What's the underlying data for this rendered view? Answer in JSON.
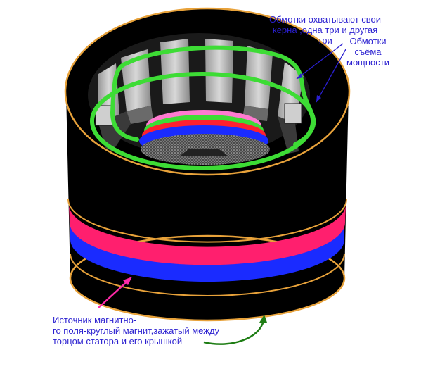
{
  "colors": {
    "body": "#000000",
    "rim": "#e8a23a",
    "winding": "#3ddc35",
    "magnet_pink": "#ff1f6e",
    "magnet_blue": "#1a2bff",
    "label_text": "#2a1fd0",
    "arrow_pink": "#ff2aa8",
    "arrow_green": "#1e7d14",
    "arrow_blue": "#2a1fd0"
  },
  "labels": {
    "windings_cover_cores": [
      "Обмотки охватывают свои",
      "керна ,одна три и другая",
      "три"
    ],
    "power_windings": [
      "Обмотки",
      "съёма",
      "мощности"
    ],
    "magnet_source": [
      "Источник магнитно-",
      "го поля-круглый магнит,зажатый между",
      "торцом статора и его крышкой"
    ]
  }
}
